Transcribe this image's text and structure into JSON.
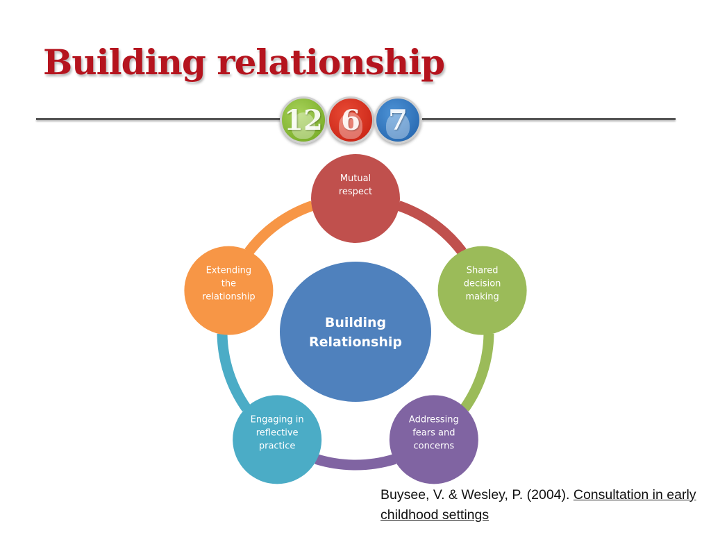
{
  "title": "Building relationship",
  "badges": [
    {
      "number": "12",
      "color": "#7cb32c"
    },
    {
      "number": "6",
      "color": "#d42a18"
    },
    {
      "number": "7",
      "color": "#2f72ba"
    }
  ],
  "center": {
    "line1": "Building",
    "line2": "Relationship",
    "color": "#4f81bd"
  },
  "nodes": [
    {
      "lines": [
        "Mutual",
        "respect"
      ],
      "color": "#c0504d"
    },
    {
      "lines": [
        "Shared",
        "decision",
        "making"
      ],
      "color": "#9bbb59"
    },
    {
      "lines": [
        "Addressing",
        "fears and",
        "concerns"
      ],
      "color": "#8064a2"
    },
    {
      "lines": [
        "Engaging in",
        "reflective",
        "practice"
      ],
      "color": "#4bacc6"
    },
    {
      "lines": [
        "Extending",
        "the",
        "relationship"
      ],
      "color": "#f79646"
    }
  ],
  "citation": {
    "text": "Buysee, V. & Wesley, P. (2004). ",
    "link": "Consultation in early childhood settings"
  }
}
